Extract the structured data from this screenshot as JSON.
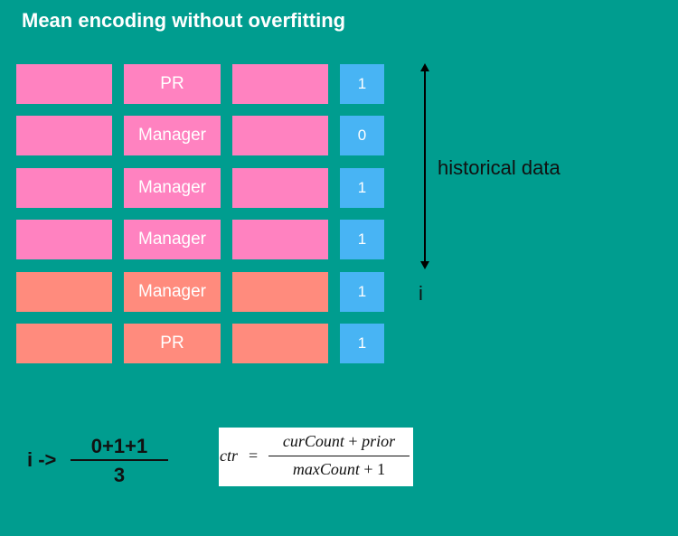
{
  "title": "Mean encoding without overfitting",
  "rows": [
    {
      "label": "PR",
      "target": "1",
      "color": "#ff82c0"
    },
    {
      "label": "Manager",
      "target": "0",
      "color": "#ff82c0"
    },
    {
      "label": "Manager",
      "target": "1",
      "color": "#ff82c0"
    },
    {
      "label": "Manager",
      "target": "1",
      "color": "#ff82c0"
    },
    {
      "label": "Manager",
      "target": "1",
      "color": "#ff8b7d"
    },
    {
      "label": "PR",
      "target": "1",
      "color": "#ff8b7d"
    }
  ],
  "annotations": {
    "historical_label": "historical data",
    "current_row_label": "i"
  },
  "example": {
    "lhs": "i ->",
    "numerator": "0+1+1",
    "denominator": "3"
  },
  "ctr_formula": {
    "lhs": "ctr",
    "eq": "=",
    "numerator_a": "curCount",
    "numerator_op": "+",
    "numerator_b": "prior",
    "denominator_a": "maxCount",
    "denominator_op": "+",
    "denominator_b": "1"
  },
  "colors": {
    "background": "#009d8f",
    "history_rows": "#ff82c0",
    "current_rows": "#ff8b7d",
    "target_cell": "#48b4f4"
  }
}
